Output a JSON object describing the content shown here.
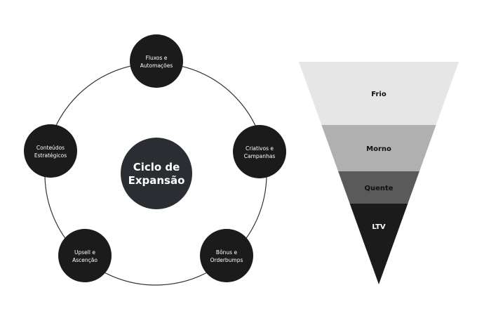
{
  "cycle": {
    "center_label": [
      "Ciclo de",
      "Expansão"
    ],
    "nodes": [
      {
        "label": [
          "Fluxos e",
          "Automações"
        ]
      },
      {
        "label": [
          "Criativos e",
          "Campanhas"
        ]
      },
      {
        "label": [
          "Bônus e",
          "Orderbumps"
        ]
      },
      {
        "label": [
          "Upsell e",
          "Ascenção"
        ]
      },
      {
        "label": [
          "Conteúdos",
          "Estratégicos"
        ]
      }
    ],
    "colors": {
      "node": "#1b1b1b",
      "center": "#2a2d31",
      "ring": "#333333"
    }
  },
  "funnel": {
    "stages": [
      {
        "label": "Frio",
        "color": "#e6e6e6",
        "text_color": "#111111"
      },
      {
        "label": "Morno",
        "color": "#b0b0b0",
        "text_color": "#111111"
      },
      {
        "label": "Quente",
        "color": "#5a5a5a",
        "text_color": "#111111"
      },
      {
        "label": "LTV",
        "color": "#1b1b1b",
        "text_color": "#ffffff"
      }
    ]
  }
}
